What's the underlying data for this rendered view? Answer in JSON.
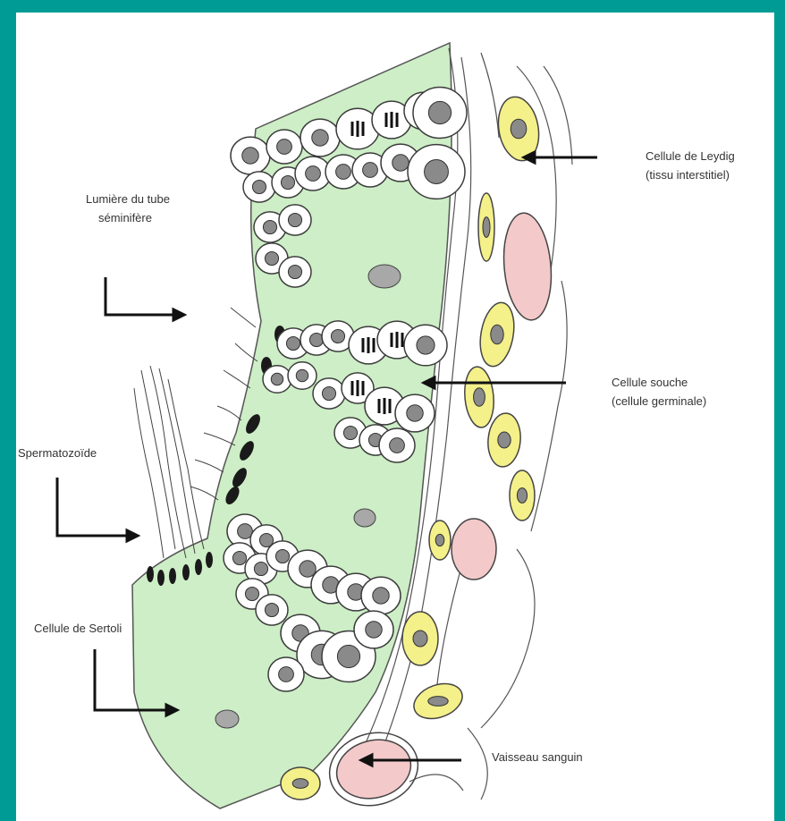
{
  "title": "",
  "colors": {
    "frame": "#009b95",
    "background": "#ffffff",
    "lumen": "#cdeec6",
    "leydig": "#f4f08a",
    "vessel": "#f3c9c9",
    "cell_outline": "#3c3c3c",
    "nucleus": "#8a8a8a"
  },
  "labels": {
    "leydig": [
      "Cellule de Leydig",
      "(tissu interstitiel)"
    ],
    "lumen": [
      "Lumière du tube",
      "séminifère"
    ],
    "stem_cell": [
      "Cellule souche",
      "(cellule germinale)"
    ],
    "spermatozoa": "Spermatozoïde",
    "sertoli": "Cellule de Sertoli",
    "vessel": "Vaisseau sanguin"
  }
}
